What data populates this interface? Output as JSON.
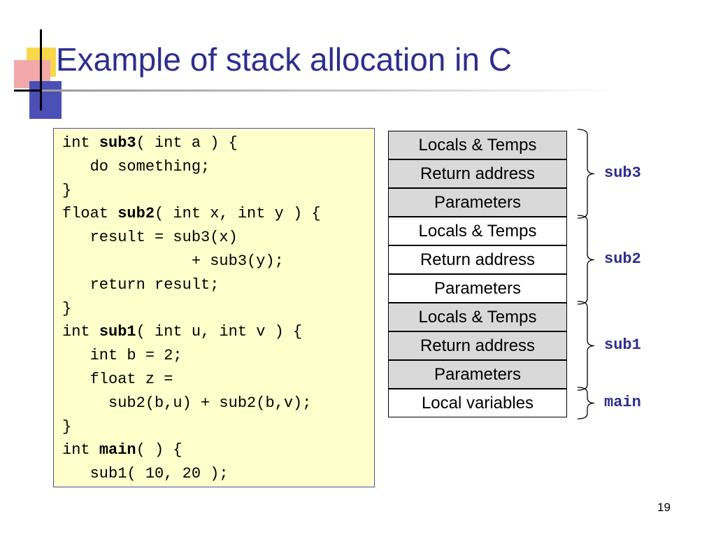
{
  "slide": {
    "title": "Example of stack allocation in C",
    "page_number": "19"
  },
  "code": [
    [
      {
        "t": "int "
      },
      {
        "t": "sub3",
        "b": true
      },
      {
        "t": "( int a ) {"
      }
    ],
    [
      {
        "t": "   do something;"
      }
    ],
    [
      {
        "t": "}"
      }
    ],
    [
      {
        "t": "float "
      },
      {
        "t": "sub2",
        "b": true
      },
      {
        "t": "( int x, int y ) {"
      }
    ],
    [
      {
        "t": "   result = sub3(x)"
      }
    ],
    [
      {
        "t": "              + sub3(y);"
      }
    ],
    [
      {
        "t": "   return result;"
      }
    ],
    [
      {
        "t": "}"
      }
    ],
    [
      {
        "t": "int "
      },
      {
        "t": "sub1",
        "b": true
      },
      {
        "t": "( int u, int v ) {"
      }
    ],
    [
      {
        "t": "   int b = 2;"
      }
    ],
    [
      {
        "t": "   float z ="
      }
    ],
    [
      {
        "t": "     sub2(b,u) + sub2(b,v);"
      }
    ],
    [
      {
        "t": "}"
      }
    ],
    [
      {
        "t": "int "
      },
      {
        "t": "main",
        "b": true
      },
      {
        "t": "( ) {"
      }
    ],
    [
      {
        "t": "   sub1( 10, 20 );"
      }
    ]
  ],
  "stack": {
    "cells": [
      {
        "label": "Locals & Temps",
        "shaded": true
      },
      {
        "label": "Return address",
        "shaded": true
      },
      {
        "label": "Parameters",
        "shaded": true
      },
      {
        "label": "Locals & Temps",
        "shaded": false
      },
      {
        "label": "Return address",
        "shaded": false
      },
      {
        "label": "Parameters",
        "shaded": false
      },
      {
        "label": "Locals & Temps",
        "shaded": true
      },
      {
        "label": "Return address",
        "shaded": true
      },
      {
        "label": "Parameters",
        "shaded": true
      },
      {
        "label": "Local variables",
        "shaded": false
      }
    ],
    "frames": [
      {
        "name": "sub3",
        "cells": 3
      },
      {
        "name": "sub2",
        "cells": 3
      },
      {
        "name": "sub1",
        "cells": 3
      },
      {
        "name": "main",
        "cells": 1
      }
    ]
  },
  "colors": {
    "title": "#2e2e8e",
    "code_background": "#ffffcc",
    "code_border": "#4c4ca6",
    "shaded_cell": "#d9d9d9",
    "frame_label": "#2e2e8e"
  }
}
